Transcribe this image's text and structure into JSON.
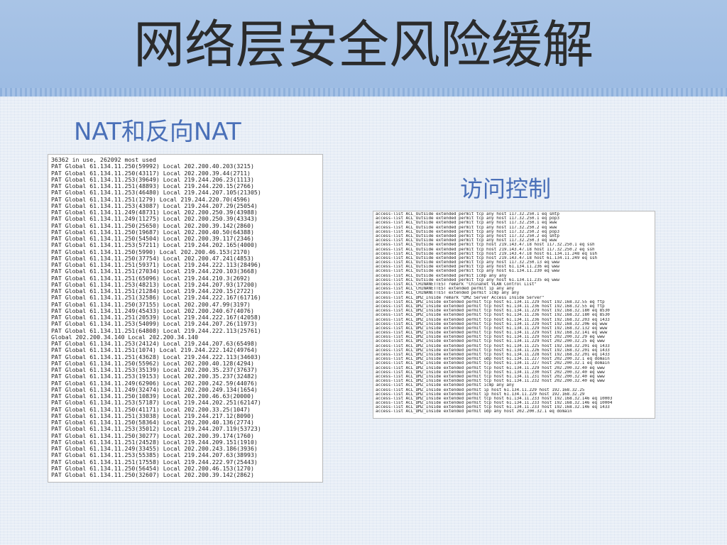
{
  "slide": {
    "title": "网络层安全风险缓解",
    "nat_heading": "NAT和反向NAT",
    "acl_heading": "访问控制"
  },
  "colors": {
    "header_bg": "#a9c4e6",
    "heading_blue": "#4a70b8",
    "title_text": "#2b2b2b"
  },
  "nat_output": [
    "36362 in use, 262092 most used",
    "PAT Global 61.134.11.250(59992) Local 202.200.40.203(3215)",
    "PAT Global 61.134.11.250(43117) Local 202.200.39.44(2711)",
    "PAT Global 61.134.11.253(39649) Local 219.244.206.23(1113)",
    "PAT Global 61.134.11.251(48893) Local 219.244.220.15(2766)",
    "PAT Global 61.134.11.253(46480) Local 219.244.207.105(21305)",
    "PAT Global 61.134.11.251(1279) Local 219.244.220.70(4596)",
    "PAT Global 61.134.11.253(43087) Local 219.244.207.29(25054)",
    "PAT Global 61.134.11.249(48731) Local 202.200.250.39(43988)",
    "PAT Global 61.134.11.249(11275) Local 202.200.250.39(43343)",
    "PAT Global 61.134.11.250(25650) Local 202.200.39.142(2860)",
    "PAT Global 61.134.11.250(19687) Local 202.200.40.50(64388)",
    "PAT Global 61.134.11.250(54504) Local 202.200.39.117(2346)",
    "PAT Global 61.134.11.253(57211) Local 219.244.202.165(4000)",
    "PAT Global 61.134.11.250(5990) Local 202.200.46.153(2170)",
    "PAT Global 61.134.11.250(37754) Local 202.200.47.241(4853)",
    "PAT Global 61.134.11.251(59371) Local 219.244.222.113(28496)",
    "PAT Global 61.134.11.251(27034) Local 219.244.220.103(3668)",
    "PAT Global 61.134.11.251(65096) Local 219.244.210.3(2692)",
    "PAT Global 61.134.11.253(48213) Local 219.244.207.93(17200)",
    "PAT Global 61.134.11.251(21284) Local 219.244.220.15(2722)",
    "PAT Global 61.134.11.251(32586) Local 219.244.222.167(61716)",
    "PAT Global 61.134.11.250(37155) Local 202.200.47.99(3197)",
    "PAT Global 61.134.11.249(45433) Local 202.200.240.67(4076)",
    "PAT Global 61.134.11.251(20539) Local 219.244.222.167(42058)",
    "PAT Global 61.134.11.253(54099) Local 219.244.207.26(11973)",
    "PAT Global 61.134.11.251(64808) Local 219.244.222.113(25761)",
    "Global 202.200.34.140 Local 202.200.34.140",
    "PAT Global 61.134.11.253(24124) Local 219.244.207.63(65498)",
    "PAT Global 61.134.11.251(1074) Local 219.244.222.142(49764)",
    "PAT Global 61.134.11.251(43628) Local 219.244.222.113(34603)",
    "PAT Global 61.134.11.250(55962) Local 202.200.40.128(4294)",
    "PAT Global 61.134.11.253(35139) Local 202.200.35.237(37637)",
    "PAT Global 61.134.11.253(19153) Local 202.200.35.237(32482)",
    "PAT Global 61.134.11.249(62906) Local 202.200.242.59(44076)",
    "PAT Global 61.134.11.249(32474) Local 202.200.249.134(1654)",
    "PAT Global 61.134.11.250(10839) Local 202.200.46.63(20000)",
    "PAT Global 61.134.11.253(57187) Local 219.244.202.251(62147)",
    "PAT Global 61.134.11.250(41171) Local 202.200.33.25(1047)",
    "PAT Global 61.134.11.251(33038) Local 219.244.217.12(8090)",
    "PAT Global 61.134.11.250(58364) Local 202.200.40.136(2774)",
    "PAT Global 61.134.11.253(35012) Local 219.244.207.119(53723)",
    "PAT Global 61.134.11.250(30277) Local 202.200.39.174(1760)",
    "PAT Global 61.134.11.251(24528) Local 219.244.209.151(1910)",
    "PAT Global 61.134.11.249(33455) Local 202.200.243.186(3936)",
    "PAT Global 61.134.11.253(55385) Local 219.244.207.63(38993)",
    "PAT Global 61.134.11.251(17558) Local 219.244.222.97(25443)",
    "PAT Global 61.134.11.250(56454) Local 202.200.46.153(1270)",
    "PAT Global 61.134.11.250(32607) Local 202.200.39.142(2862)"
  ],
  "acl_config": [
    "access-list ACL_Outside extended permit tcp any host 117.32.250.1 eq smtp",
    "access-list ACL_Outside extended permit tcp any host 117.32.250.1 eq pop3",
    "access-list ACL_Outside extended permit tcp any host 117.32.250.1 eq www",
    "access-list ACL_Outside extended permit tcp any host 117.32.250.2 eq www",
    "access-list ACL_Outside extended permit tcp any host 117.32.250.2 eq pop3",
    "access-list ACL_Outside extended permit tcp any host 117.32.250.2 eq smtp",
    "access-list ACL_Outside extended permit tcp any host 117.32.250.3 eq www",
    "access-list ACL_Outside extended permit tcp host 219.143.47.18 host 117.32.250.1 eq ssh",
    "access-list ACL_Outside extended permit tcp host 219.143.47.18 host 117.32.250.2 eq ssh",
    "access-list ACL_Outside extended permit tcp host 219.143.47.18 host 61.134.11.248 eq ssh",
    "access-list ACL_Outside extended permit tcp host 219.143.47.18 host 61.134.11.249 eq ssh",
    "access-list ACL_Outside extended permit tcp any host 117.32.250.13 eq www",
    "access-list ACL_Outside extended permit tcp any host 61.134.11.236 eq www",
    "access-list ACL_Outside extended permit tcp any host 61.134.11.230 eq www",
    "access-list ACL_Outside extended permit icmp any any",
    "access-list ACL_Outside extended permit tcp any host 61.134.11.235 eq www",
    "access-list ACL_CHINANETTEST remark \"Chinanet VLAN Control List\"",
    "access-list ACL_CHINANETTEST extended permit ip any any",
    "access-list ACL_CHINANETTEST extended permit icmp any any",
    "access-list ACL_DMZ_Inside remark \"DMZ Server Access Inside Server\"",
    "access-list ACL_DMZ_Inside extended permit tcp host 61.134.11.229 host 192.168.32.55 eq ftp",
    "access-list ACL_DMZ_Inside extended permit tcp host 61.134.11.236 host 192.168.32.55 eq ftp",
    "access-list ACL_DMZ_Inside extended permit tcp host 61.134.11.229 host 192.168.32.180 eq 8530",
    "access-list ACL_DMZ_Inside extended permit tcp host 61.134.11.236 host 192.168.32.180 eq 8530",
    "access-list ACL_DMZ_Inside extended permit tcp host 61.134.11.236 host 192.168.32.203 eq 1433",
    "access-list ACL_DMZ_Inside extended permit tcp host 61.134.11.229 host 192.168.32.206 eq www",
    "access-list ACL_DMZ_Inside extended permit tcp host 61.134.11.229 host 192.168.32.132 eq www",
    "access-list ACL_DMZ_Inside extended permit tcp host 61.134.11.229 host 192.168.32.141 eq www",
    "access-list ACL_DMZ_Inside extended permit tcp host 61.134.11.229 host 202.200.32.29 eq www",
    "access-list ACL_DMZ_Inside extended permit tcp host 61.134.11.229 host 202.200.32.25 eq www",
    "access-list ACL_DMZ_Inside extended permit tcp host 61.134.11.225 host 192.168.32.201 eq 1433",
    "access-list ACL_DMZ_Inside extended permit tcp host 61.134.11.226 host 192.168.32.201 eq 1433",
    "access-list ACL_DMZ_Inside extended permit tcp host 61.134.11.228 host 192.168.32.201 eq 1433",
    "access-list ACL_DMZ_Inside extended permit udp host 61.134.11.227 host 202.200.32.1 eq domain",
    "access-list ACL_DMZ_Inside extended permit tcp host 61.134.11.227 host 202.200.32.1 eq domain",
    "access-list ACL_DMZ_Inside extended permit tcp host 61.134.11.229 host 202.200.32.40 eq www",
    "access-list ACL_DMZ_Inside extended permit tcp host 61.134.11.230 host 202.200.32.40 eq www",
    "access-list ACL_DMZ_Inside extended permit tcp host 61.134.11.231 host 202.200.32.40 eq www",
    "access-list ACL_DMZ_Inside extended permit tcp host 61.134.11.232 host 202.200.32.40 eq www",
    "access-list ACL_DMZ_Inside extended permit icmp any any",
    "access-list ACL_DMZ_Inside extended permit ip host 61.134.11.229 host 192.168.32.25",
    "access-list ACL_DMZ_Inside extended permit ip host 61.134.11.229 host 192.168.32.29",
    "access-list ACL_DMZ_Inside extended permit tcp host 61.134.11.233 host 192.168.32.146 eq 10003",
    "access-list ACL_DMZ_Inside extended permit tcp host 61.134.11.233 host 192.168.32.146 eq 10004",
    "access-list ACL_DMZ_Inside extended permit tcp host 61.134.11.233 host 192.168.32.146 eq 1433",
    "access-list ACL_DMZ_Inside extended permit udp any host 202.200.32.1 eq domain"
  ]
}
